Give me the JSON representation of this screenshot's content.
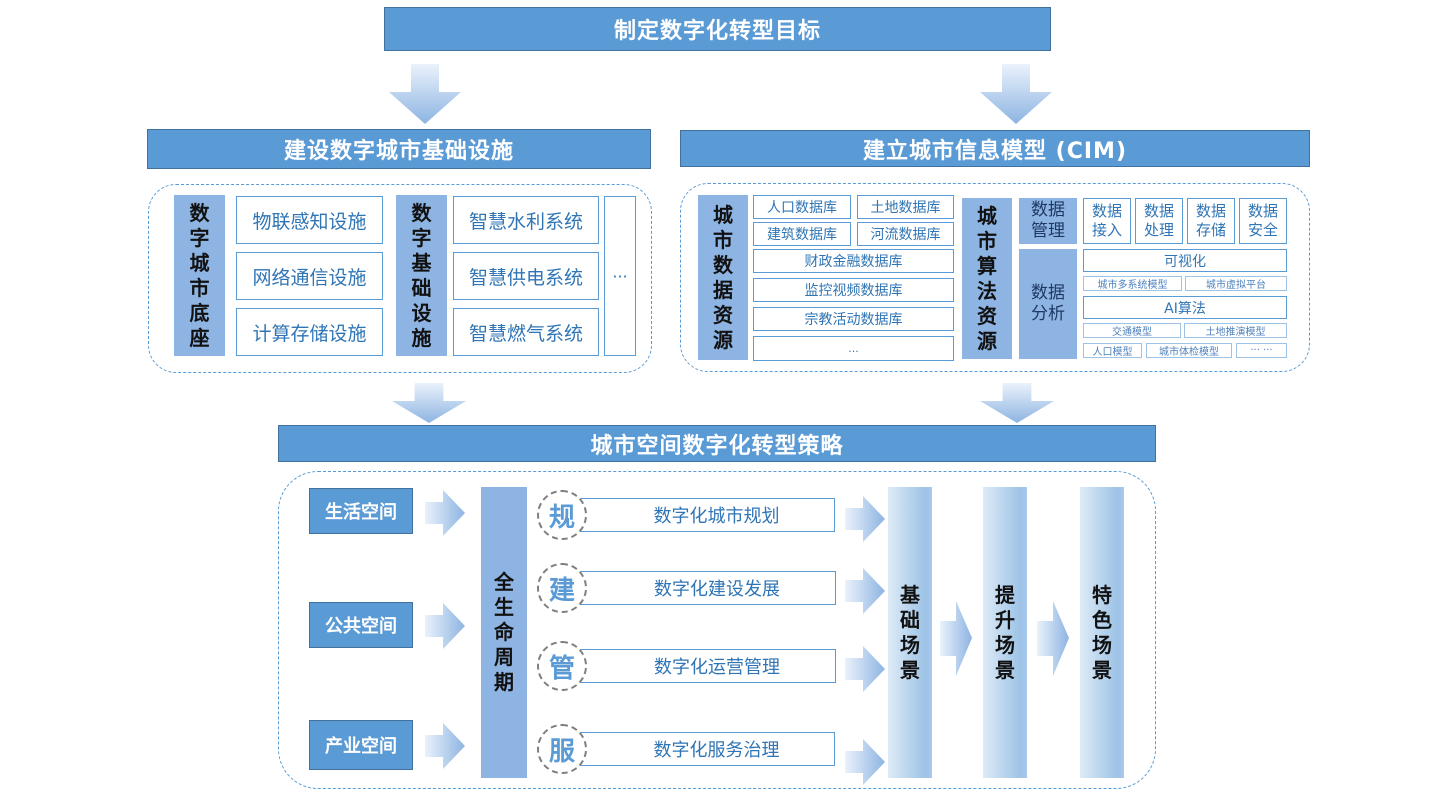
{
  "top": {
    "title": "制定数字化转型目标"
  },
  "left_section": {
    "title": "建设数字城市基础设施",
    "base_label": [
      "数",
      "字",
      "城",
      "市",
      "底",
      "座"
    ],
    "base_items": [
      "物联感知设施",
      "网络通信设施",
      "计算存储设施"
    ],
    "infra_label": [
      "数",
      "字",
      "基",
      "础",
      "设",
      "施"
    ],
    "infra_items": [
      "智慧水利系统",
      "智慧供电系统",
      "智慧燃气系统"
    ],
    "more": "···"
  },
  "right_section": {
    "title": "建立城市信息模型 (CIM)",
    "data_label": [
      "城",
      "市",
      "数",
      "据",
      "资",
      "源"
    ],
    "databases": {
      "row1": [
        "人口数据库",
        "土地数据库"
      ],
      "row2": [
        "建筑数据库",
        "河流数据库"
      ],
      "full": [
        "财政金融数据库",
        "监控视频数据库",
        "宗教活动数据库",
        "..."
      ]
    },
    "algo_label": [
      "城",
      "市",
      "算",
      "法",
      "资",
      "源"
    ],
    "data_management": {
      "label": "数据管理",
      "items": [
        "数据接入",
        "数据处理",
        "数据存储",
        "数据安全"
      ]
    },
    "data_analysis": {
      "label": "数据分析",
      "visualization": "可视化",
      "vis_items": [
        "城市多系统模型",
        "城市虚拟平台"
      ],
      "ai": "AI算法",
      "ai_row1": [
        "交通模型",
        "土地推演模型"
      ],
      "ai_row2": [
        "人口模型",
        "城市体检模型",
        "··· ···"
      ]
    }
  },
  "bottom_section": {
    "title": "城市空间数字化转型策略",
    "spaces": [
      "生活空间",
      "公共空间",
      "产业空间"
    ],
    "lifecycle_label": [
      "全",
      "生",
      "命",
      "周",
      "期"
    ],
    "steps": [
      {
        "circle": "规",
        "label": "数字化城市规划"
      },
      {
        "circle": "建",
        "label": "数字化建设发展"
      },
      {
        "circle": "管",
        "label": "数字化运营管理"
      },
      {
        "circle": "服",
        "label": "数字化服务治理"
      }
    ],
    "scenes": [
      [
        "基",
        "础",
        "场",
        "景"
      ],
      [
        "提",
        "升",
        "场",
        "景"
      ],
      [
        "特",
        "色",
        "场",
        "景"
      ]
    ]
  },
  "colors": {
    "primary": "#5b9bd5",
    "label_fill": "#8db4e2",
    "text_blue": "#2f75b5"
  }
}
